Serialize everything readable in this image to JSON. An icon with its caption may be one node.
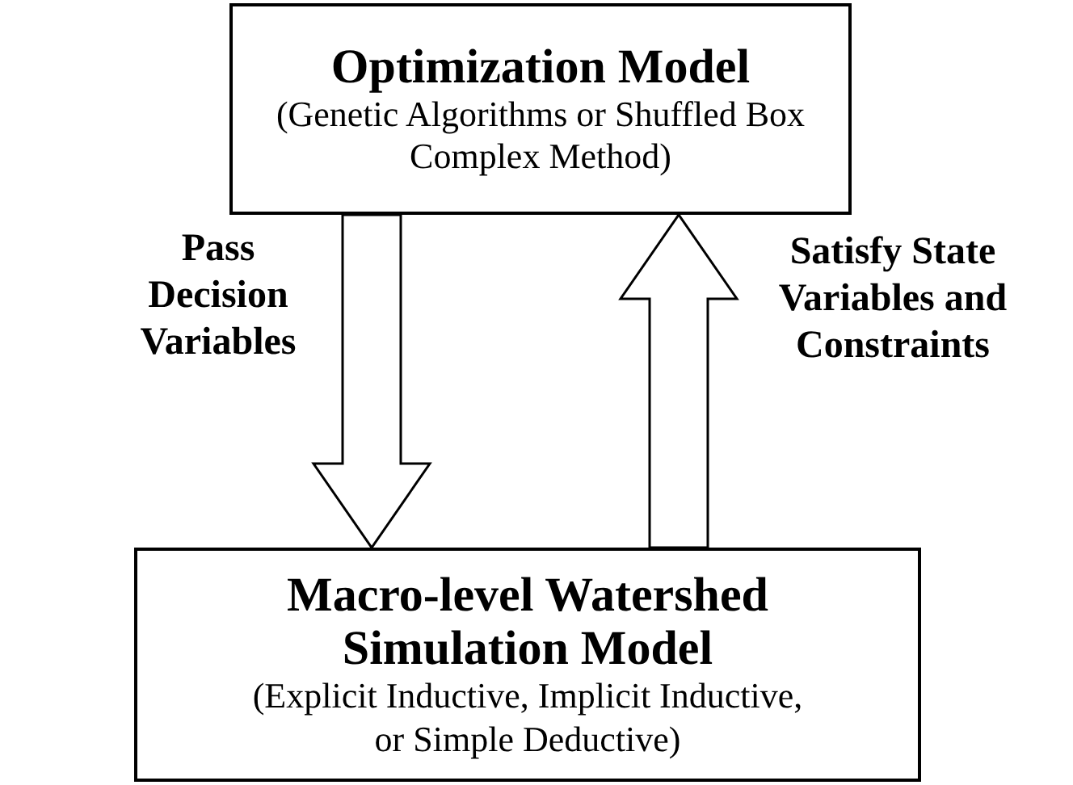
{
  "diagram": {
    "nodes": [
      {
        "text": [
          "Optimization Model",
          "(Genetic Algorithms or Shuffled Box Complex Method)"
        ]
      },
      {
        "text": [
          "Macro-level Watershed Simulation Model",
          "(Explicit Inductive, Implicit Inductive, or Simple Deductive)"
        ]
      }
    ],
    "edges": [
      {
        "from": 0,
        "to": 1,
        "arrow": "to",
        "label": "Pass Decision Variables"
      },
      {
        "from": 1,
        "to": 0,
        "arrow": "to",
        "label": "Satisfy State Variables and Constraints"
      }
    ]
  }
}
